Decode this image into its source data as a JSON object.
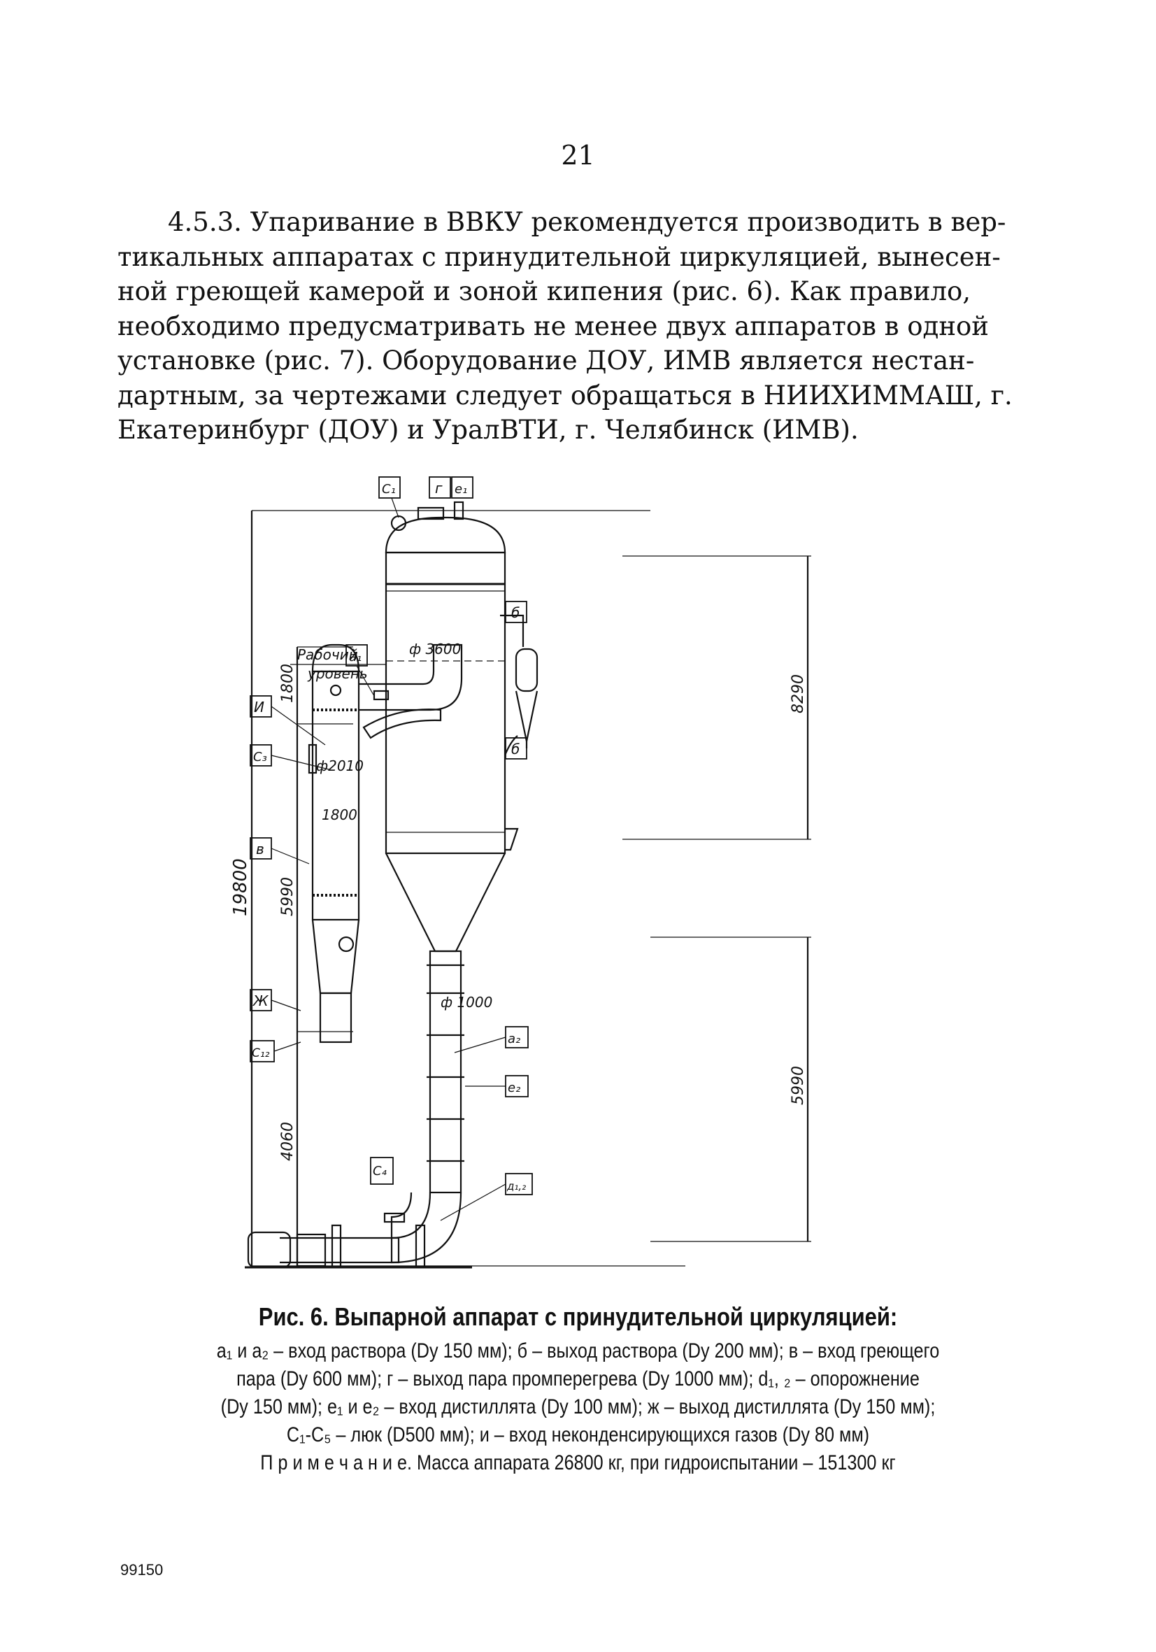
{
  "page_number": "21",
  "paragraph_lines": [
    "4.5.3. Упаривание в ВВКУ рекомендуется производить в вер-",
    "тикальных аппаратах с принудительной циркуляцией, вынесен-",
    "ной греющей камерой и зоной кипения (рис. 6). Как правило,",
    "необходимо предусматривать не менее двух аппаратов в одной",
    "установке (рис. 7). Оборудование ДОУ, ИМВ является нестан-",
    "дартным, за чертежами следует обращаться в НИИХИММАШ, г.",
    "Екатеринбург (ДОУ) и УралВТИ, г. Челябинск (ИМВ)."
  ],
  "figure": {
    "labels": {
      "c1": "С₁",
      "g": "г",
      "e1": "е₁",
      "a1": "а₁",
      "b_top": "б",
      "b_bottom": "б",
      "i": "И",
      "c3": "С₃",
      "v": "в",
      "zh": "Ж",
      "c12": "С₁₂",
      "c4": "С₄",
      "a2": "а₂",
      "e2": "е₂",
      "d12": "д₁,₂"
    },
    "working_level": [
      "Рабочий",
      "уровень"
    ],
    "dimensions": {
      "total_height": "19800",
      "top_section": "1800",
      "middle_section": "5990",
      "bottom_section": "4060",
      "separator_height": "8290",
      "lower_pipe_height": "5990",
      "separator_diameter": "ф 3600",
      "chamber_diameter": "ф2010",
      "chamber_inner": "1800",
      "pipe_diameter": "ф 1000"
    }
  },
  "caption": {
    "title": "Рис. 6. Выпарной аппарат с принудительной циркуляцией:",
    "lines": [
      "а₁ и а₂ – вход раствора (Dу 150 мм); б – выход раствора (Dу 200 мм); в – вход греющего",
      "пара (Dу 600 мм); г – выход пара промперегрева (Dу 1000 мм); d₁, ₂ – опорожнение",
      "(Dу 150 мм); е₁ и е₂ – вход дистиллята (Dу 100 мм); ж – выход дистиллята (Dу 150 мм);",
      "С₁-С₅ – люк (D500 мм); и – вход неконденсирующихся газов (Dу 80 мм)"
    ],
    "note": "П р и м е ч а н и е. Масса аппарата 26800 кг, при гидроиспытании – 151300 кг"
  },
  "footer_code": "99150"
}
